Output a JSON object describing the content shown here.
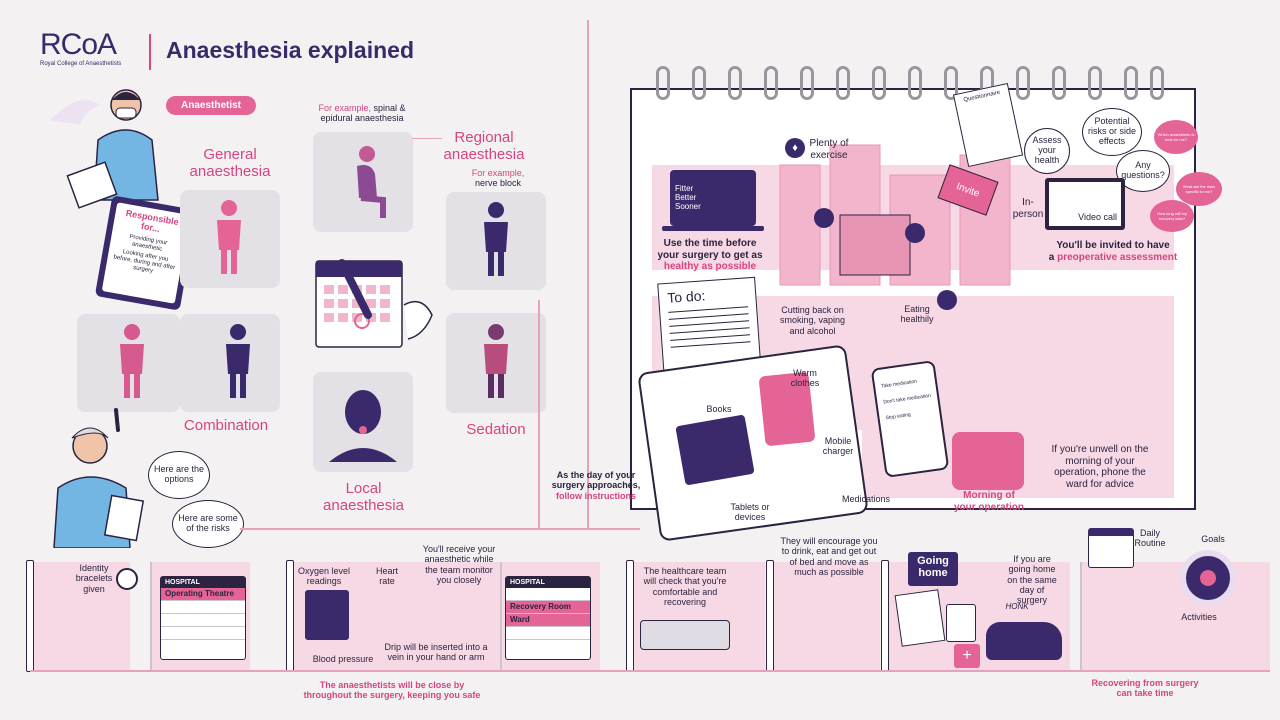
{
  "header": {
    "logo_text": "RCoA",
    "logo_sub": "Royal College of Anaesthetists",
    "title": "Anaesthesia explained"
  },
  "colors": {
    "accent": "#d6457f",
    "dark": "#2b2340",
    "panel": "#f7d9e5",
    "purple": "#3a2a6b"
  },
  "types": {
    "anaesthetist_badge": "Anaesthetist",
    "general": "General anaesthesia",
    "combination": "Combination",
    "regional": "Regional anaesthesia",
    "regional_example_prefix": "For example,",
    "regional_example": "spinal & epidural anaesthesia",
    "nerve_block_prefix": "For example,",
    "nerve_block": "nerve block",
    "local": "Local anaesthesia",
    "sedation": "Sedation",
    "clipboard_title": "Responsible for...",
    "clipboard_items": [
      "Providing your anaesthetic",
      "Looking after you before, during and after surgery"
    ],
    "options_bubble": "Here are the options",
    "risks_bubble": "Here are some of the risks"
  },
  "preparation": {
    "plenty_exercise": "Plenty of exercise",
    "laptop_text": "Fitter Better Sooner",
    "use_time_1": "Use the time before",
    "use_time_2": "your surgery to get as",
    "use_time_3": "healthy as possible",
    "cutting_back": "Cutting back on smoking, vaping and alcohol",
    "eating": "Eating healthily",
    "todo": "To do:",
    "questionnaire": "Questionnaire",
    "invite": "Invite",
    "in_person": "In-person",
    "video_call": "Video call",
    "assess_health": "Assess your health",
    "potential_risks": "Potential risks or side effects",
    "any_questions": "Any questions?",
    "pink_q1": "Which anaesthetic is best for me?",
    "pink_q2": "What are the risks specific to me?",
    "pink_q3": "How long will my recovery take?",
    "invited_1": "You'll be invited to have",
    "invited_2_prefix": "a",
    "invited_2": "preoperative assessment",
    "warm_clothes": "Warm clothes",
    "books": "Books",
    "mobile_charger": "Mobile charger",
    "tablets": "Tablets or devices",
    "medications": "Medications",
    "phone_take": "Take medication",
    "phone_dont": "Don't take medication",
    "phone_stop": "Stop eating",
    "day_1": "As the day of your",
    "day_2": "surgery approaches,",
    "day_3": "follow instructions",
    "morning_1": "Morning of",
    "morning_2": "your operation",
    "unwell": "If you're unwell on the morning of your operation, phone the ward for advice"
  },
  "bottom": {
    "identity": "Identity bracelets given",
    "hospital": "HOSPITAL",
    "operating_theatre": "Operating Theatre",
    "oxygen": "Oxygen level readings",
    "heart_rate": "Heart rate",
    "receive": "You'll receive your anaesthetic while the team monitor you closely",
    "blood_pressure": "Blood pressure",
    "drip": "Drip will be inserted into a vein in your hand or arm",
    "close_1": "The anaesthetists will be close by",
    "close_2": "throughout the surgery, keeping you safe",
    "hospital2": "HOSPITAL",
    "recovery_room": "Recovery Room",
    "ward": "Ward",
    "team_check": "The healthcare team will check that you're comfortable and recovering",
    "encourage": "They will encourage you to drink, eat and get out of bed and move as much as possible",
    "going_home": "Going home",
    "same_day": "If you are going home on the same day of surgery",
    "honk": "HONK",
    "daily_routine": "Daily Routine",
    "goals": "Goals",
    "activities": "Activities",
    "recovering_1": "Recovering from surgery",
    "recovering_2": "can take time"
  }
}
